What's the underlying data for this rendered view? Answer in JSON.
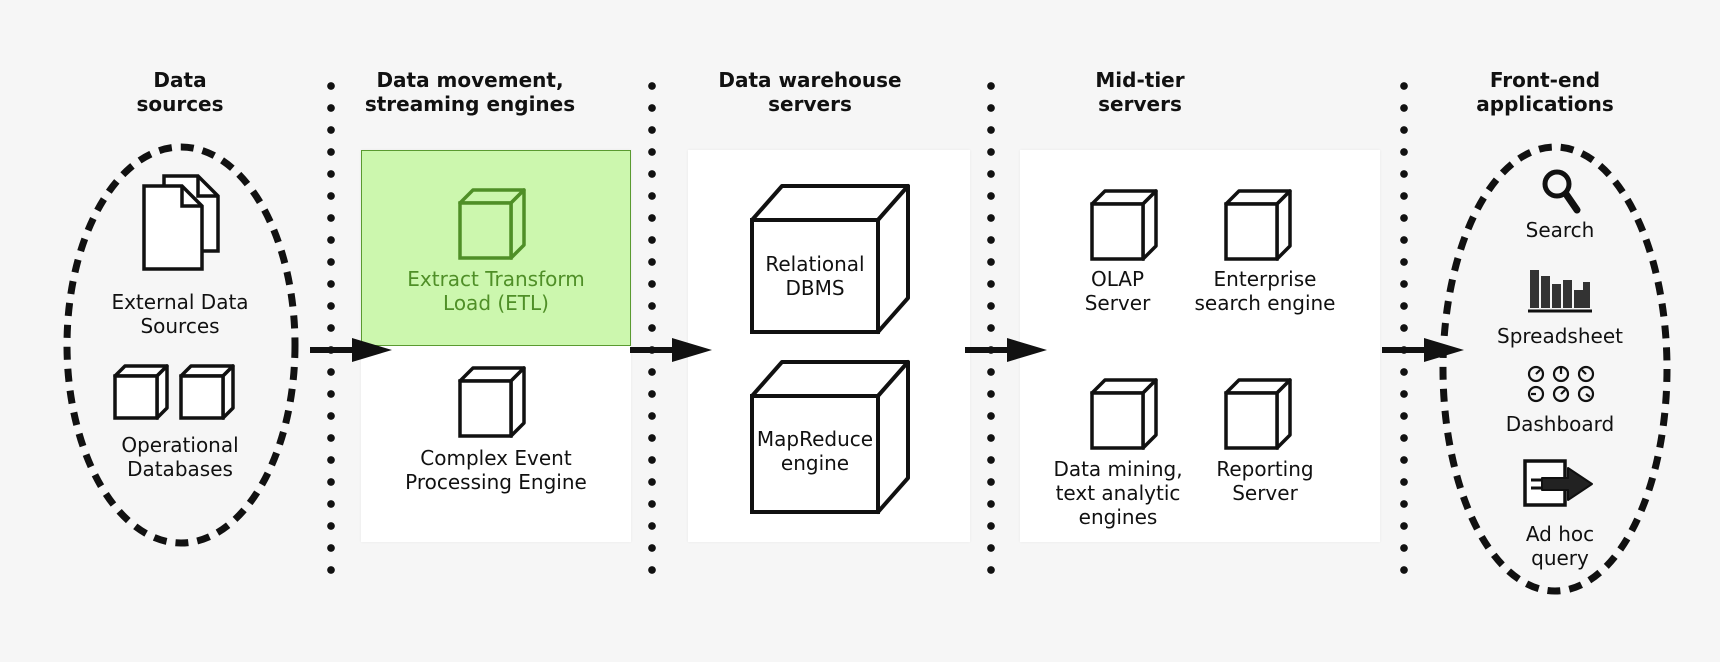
{
  "colors": {
    "background": "#f6f6f6",
    "panel": "#ffffff",
    "stroke": "#111111",
    "highlight_fill": "#ccf7ae",
    "highlight_border": "#5a9a30",
    "highlight_text": "#4f8f27"
  },
  "columns": [
    {
      "heading": "Data\nsources"
    },
    {
      "heading": "Data movement,\nstreaming engines"
    },
    {
      "heading": "Data warehouse\nservers"
    },
    {
      "heading": "Mid-tier\nservers"
    },
    {
      "heading": "Front-end\napplications"
    }
  ],
  "sources": {
    "external_label": "External Data\nSources",
    "operational_label": "Operational\nDatabases"
  },
  "movement": {
    "etl_label": "Extract Transform\nLoad (ETL)",
    "cep_label": "Complex Event\nProcessing Engine"
  },
  "warehouse": {
    "rdbms_label": "Relational\nDBMS",
    "mapreduce_label": "MapReduce\nengine"
  },
  "midtier": {
    "olap_label": "OLAP\nServer",
    "enterprise_label": "Enterprise\nsearch engine",
    "mining_label": "Data mining,\ntext analytic\nengines",
    "reporting_label": "Reporting\nServer"
  },
  "frontend": {
    "search_label": "Search",
    "spreadsheet_label": "Spreadsheet",
    "dashboard_label": "Dashboard",
    "adhoc_label": "Ad hoc\nquery"
  },
  "icons": {
    "document": "document-stack-icon",
    "cube": "cube-icon",
    "search": "magnifier-icon",
    "spreadsheet": "bar-chart-icon",
    "dashboard": "gauges-icon",
    "adhoc": "terminal-arrow-icon"
  }
}
